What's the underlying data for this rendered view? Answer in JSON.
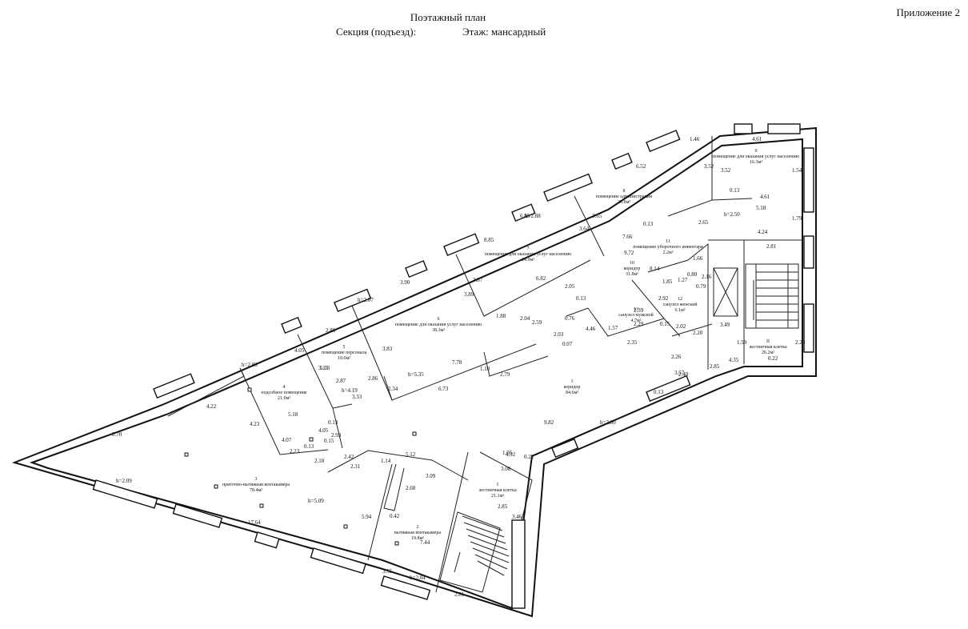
{
  "header": {
    "title": "Поэтажный план",
    "section_label": "Секция (подъезд):",
    "floor_label": "Этаж: мансардный",
    "appendix": "Приложение 2"
  },
  "rooms": [
    {
      "n": "1",
      "name": "коридор",
      "area": "84.6м²"
    },
    {
      "n": "2",
      "name": "вытяжная вентакамера",
      "area": "19.8м²"
    },
    {
      "n": "3",
      "name": "приточно-вытяжная вентакамера",
      "area": "78.4м²"
    },
    {
      "n": "4",
      "name": "подсобное помещение",
      "area": "21.0м²"
    },
    {
      "n": "5",
      "name": "помещение персонала",
      "area": "10.0м²"
    },
    {
      "n": "6",
      "name": "помещение для оказания услуг населению",
      "area": "38.3м²"
    },
    {
      "n": "7",
      "name": "помещение для оказания услуг населению",
      "area": "24.9м²"
    },
    {
      "n": "8",
      "name": "помещение администрации",
      "area": "25.8м²"
    },
    {
      "n": "9",
      "name": "помещение для оказания услуг населению",
      "area": "16.3м²"
    },
    {
      "n": "10",
      "name": "коридор",
      "area": "31.8м²"
    },
    {
      "n": "11",
      "name": "помещение уборочного инвентаря",
      "area": "2.2м²"
    },
    {
      "n": "12",
      "name": "санузел женский",
      "area": "6.1м²"
    },
    {
      "n": "13",
      "name": "санузел мужской",
      "area": "4.7м²"
    },
    {
      "n": "I",
      "name": "лестничная клетка",
      "area": "21.1м²"
    },
    {
      "n": "II",
      "name": "лестничная клетка",
      "area": "26.2м²"
    }
  ],
  "dimensions": [
    "8.70",
    "h=2.09",
    "17.64",
    "h=5.09",
    "3.55",
    "h=2.04",
    "2.81",
    "5.94",
    "0.42",
    "2.68",
    "3.09",
    "5.12",
    "1.14",
    "2.42",
    "2.31",
    "5.13",
    "4.22",
    "4.23",
    "5.18",
    "4.07",
    "2.23",
    "0.13",
    "2.18",
    "4.05",
    "h=2.83",
    "4.05",
    "0.13",
    "2.93",
    "0.15",
    "2.87",
    "h=4.19",
    "3.33",
    "2.80",
    "3.13",
    "2.86",
    "2.34",
    "h=5.35",
    "6.73",
    "7.78",
    "1.10",
    "2.79",
    "3.83",
    "h=2.07",
    "3.90",
    "3.87",
    "3.89",
    "6.82",
    "2.05",
    "1.88",
    "2.04",
    "2.59",
    "2.03",
    "0.07",
    "0.13",
    "0.76",
    "4.46",
    "1.57",
    "2.35",
    "2.39",
    "2.29",
    "6.85",
    "h=2.88",
    "8.85",
    "3.64",
    "3.65",
    "9.72",
    "7.66",
    "0.13",
    "6.52",
    "1.46",
    "3.52",
    "3.52",
    "4.61",
    "0.13",
    "4.61",
    "5.18",
    "h=2.50",
    "2.65",
    "1.54",
    "1.79",
    "4.24",
    "2.81",
    "8.14",
    "1.85",
    "1.27",
    "2.92",
    "0.15",
    "1.66",
    "2.16",
    "0.80",
    "0.79",
    "2.02",
    "2.20",
    "2.26",
    "3.57",
    "3.49",
    "1.59",
    "2.20",
    "4.35",
    "0.22",
    "2.85",
    "2.40",
    "0.13",
    "h=2.80",
    "9.82",
    "4.92",
    "1.05",
    "3.08",
    "0.22",
    "2.85",
    "3.46",
    "7.44",
    "5.02"
  ]
}
